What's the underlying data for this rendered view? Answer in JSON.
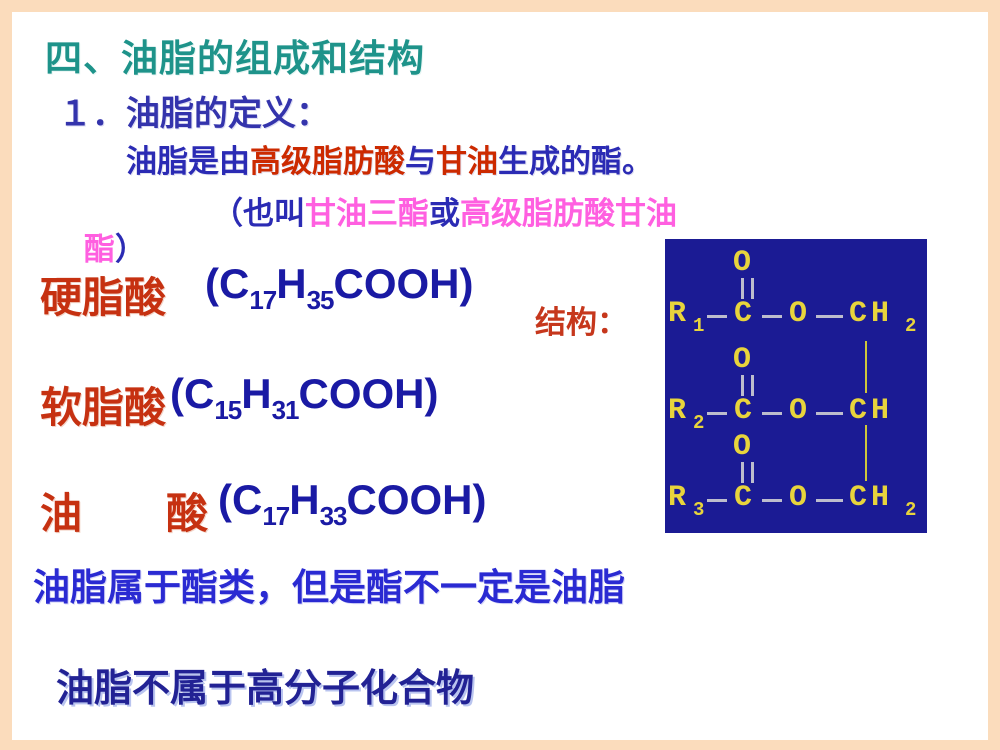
{
  "slide": {
    "colors": {
      "border": "#fbdcbc",
      "title_teal": "#1e938a",
      "heading_navy": "#3434ac",
      "body_blue": "#2b2bb4",
      "highlight_red": "#cc2a00",
      "highlight_pink": "#ff5fe0",
      "formula_blue": "#1a1aa4",
      "note_bright_blue": "#2a2ad2",
      "note_dark_navy": "#222294",
      "diagram_bg": "#1b1b94",
      "diagram_yellow": "#e8d43c"
    },
    "title": "四、油脂的组成和结构",
    "heading": "１．油脂的定义：",
    "definition": {
      "p1": "油脂是由",
      "p2": "高级脂肪酸",
      "p3": "与",
      "p4": "甘油",
      "p5": "生成的酯。"
    },
    "aka": {
      "p1": "（也叫",
      "p2": "甘油三酯",
      "p3": "或",
      "p4": "高级脂肪酸甘油"
    },
    "aka2": {
      "p1": "酯",
      "p2": "）"
    },
    "structure_label": "结构：",
    "acids": [
      {
        "name": "硬脂酸",
        "open": "(C",
        "sub1": "17",
        "h": "H",
        "sub2": "35",
        "close": "COOH)"
      },
      {
        "name": "软脂酸",
        "open": "(C",
        "sub1": "15",
        "h": "H",
        "sub2": "31",
        "close": "COOH)"
      },
      {
        "name": "油　　酸",
        "open": "(C",
        "sub1": "17",
        "h": "H",
        "sub2": "33",
        "close": "COOH)"
      }
    ],
    "diagram": {
      "units": [
        {
          "o_top": "O",
          "r": "R",
          "r_sub": "1",
          "c": "C",
          "o": "O",
          "ch": "CH",
          "ch_sub": "2"
        },
        {
          "o_top": "O",
          "r": "R",
          "r_sub": "2",
          "c": "C",
          "o": "O",
          "ch": "CH",
          "ch_sub": ""
        },
        {
          "o_top": "O",
          "r": "R",
          "r_sub": "3",
          "c": "C",
          "o": "O",
          "ch": "CH",
          "ch_sub": "2"
        }
      ]
    },
    "note1": "油脂属于酯类，但是酯不一定是油脂",
    "note2": "油脂不属于高分子化合物"
  }
}
